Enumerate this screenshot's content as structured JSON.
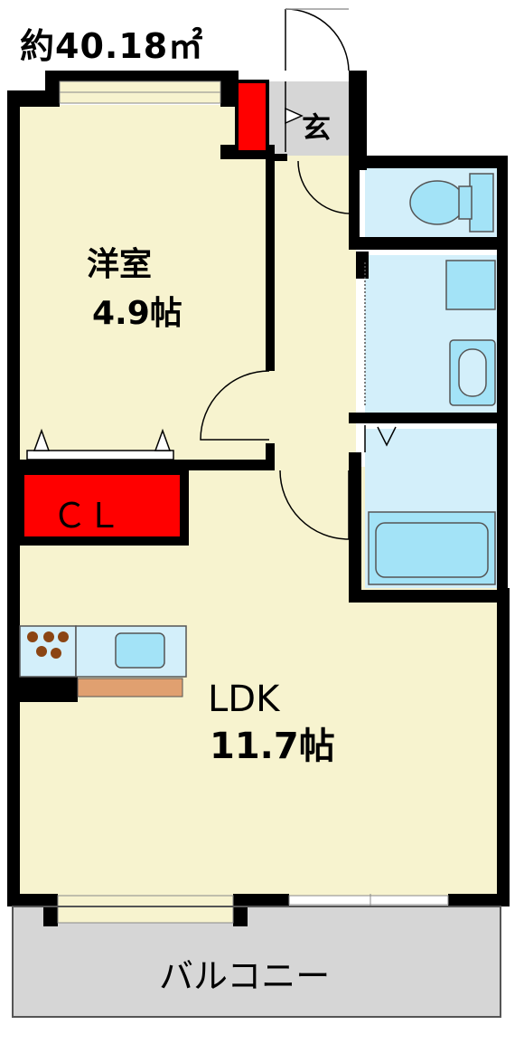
{
  "area_label": "約40.18㎡",
  "rooms": {
    "western": {
      "name": "洋室",
      "size": "4.9帖"
    },
    "closet": {
      "name": "ＣＬ"
    },
    "entrance": {
      "name": "玄"
    },
    "ldk": {
      "name": "LDK",
      "size": "11.7帖"
    },
    "balcony": {
      "name": "バルコニー"
    }
  },
  "colors": {
    "room_fill": "#f7f3cf",
    "wet_fill": "#d3effa",
    "fixture_fill": "#a3e3f7",
    "closet_red": "#ff0000",
    "wall": "#000000",
    "balcony_fill": "#d6d6d6",
    "counter": "#e0a070"
  }
}
